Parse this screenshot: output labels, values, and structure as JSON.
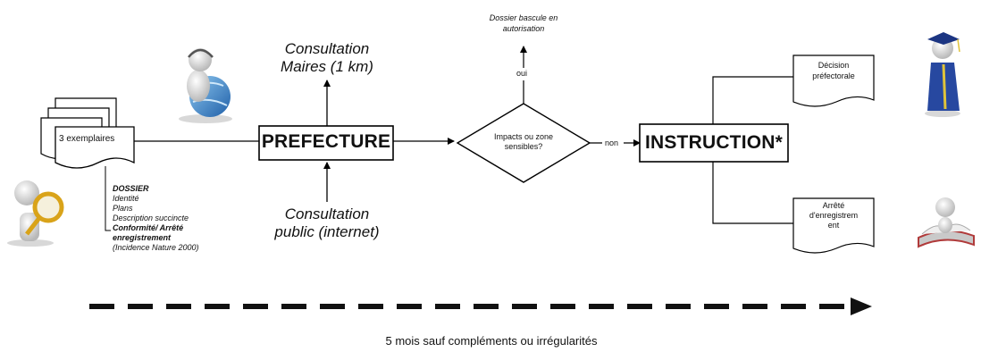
{
  "dossier_stack": {
    "label": "3 exemplaires"
  },
  "dossier_contents": {
    "title": "DOSSIER",
    "lines": [
      "Identité",
      "Plans",
      "Description succincte"
    ],
    "bold_line_1": "Conformité/ Arrêté",
    "bold_line_2": "enregistrement",
    "note": "(Incidence Nature 2000)"
  },
  "prefecture": {
    "label": "PREFECTURE"
  },
  "consultation_maires": {
    "line1": "Consultation",
    "line2": "Maires (1 km)"
  },
  "consultation_public": {
    "line1": "Consultation",
    "line2": "public (internet)"
  },
  "decision_diamond": {
    "line1": "Impacts ou zone",
    "line2": "sensibles?"
  },
  "branch_oui": {
    "label": "oui"
  },
  "branch_non": {
    "label": "non"
  },
  "dossier_bascule": {
    "line1": "Dossier bascule en",
    "line2": "autorisation"
  },
  "instruction": {
    "label": "INSTRUCTION*"
  },
  "decision_doc": {
    "line1": "Décision",
    "line2": "préfectorale"
  },
  "arrete_doc": {
    "line1": "Arrêté",
    "line2": "d'enregistrem",
    "line3": "ent"
  },
  "timeline": {
    "label": "5 mois sauf compléments ou irrégularités"
  },
  "colors": {
    "line": "#000000",
    "timeline": "#111111",
    "shadow": "#c9c9c9"
  }
}
